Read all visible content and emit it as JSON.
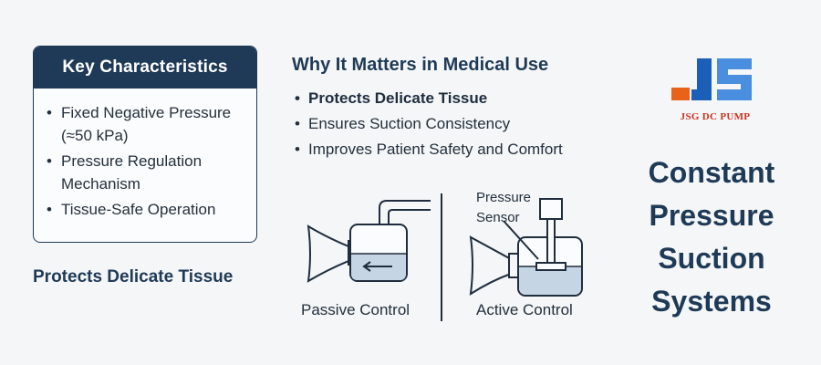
{
  "key_card": {
    "title": "Key Characteristics",
    "items": [
      "Fixed Negative Pressure (≈50 kPa)",
      "Pressure Regulation Mechanism",
      "Tissue-Safe Operation"
    ]
  },
  "left_footer": "Protects Delicate Tissue",
  "why": {
    "title": "Why It Matters in Medical Use",
    "items": [
      "Protects Delicate Tissue",
      "Ensures Suction Consistency",
      "Improves Patient Safety and Comfort"
    ]
  },
  "diagram": {
    "passive_label": "Passive Control",
    "active_label": "Active Control",
    "sensor_label_line1": "Pressure",
    "sensor_label_line2": "Sensor"
  },
  "logo": {
    "letters": "JS",
    "text": "JSG DC PUMP",
    "colors": {
      "orange": "#e8621a",
      "blue": "#1c5fb8",
      "light_blue": "#4a8ee0"
    }
  },
  "main_title": [
    "Constant",
    "Pressure",
    "Suction",
    "Systems"
  ]
}
